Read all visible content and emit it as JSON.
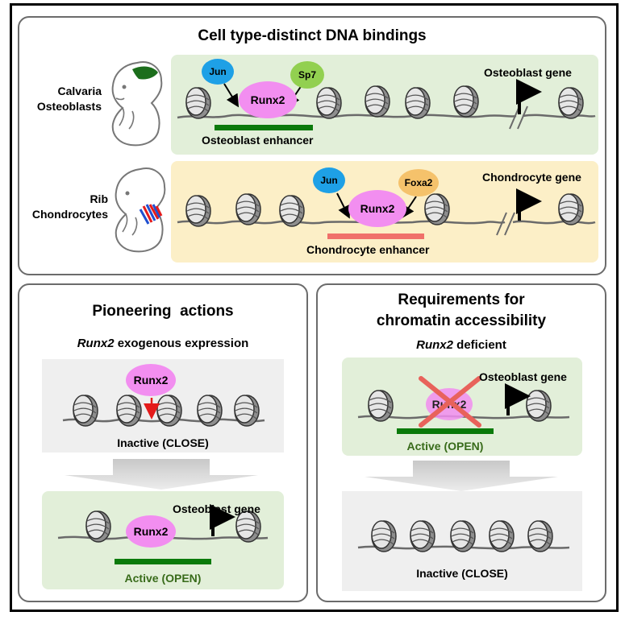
{
  "top_panel": {
    "title": "Cell type-distinct DNA bindings",
    "row1": {
      "cell_label_line1": "Calvaria",
      "cell_label_line2": "Osteoblasts",
      "tf_left": "Jun",
      "tf_center": "Runx2",
      "tf_right": "Sp7",
      "gene_label": "Osteoblast gene",
      "enhancer_label": "Osteoblast enhancer"
    },
    "row2": {
      "cell_label_line1": "Rib",
      "cell_label_line2": "Chondrocytes",
      "tf_left": "Jun",
      "tf_center": "Runx2",
      "tf_right": "Foxa2",
      "gene_label": "Chondrocyte gene",
      "enhancer_label": "Chondrocyte enhancer"
    }
  },
  "left_panel": {
    "title": "Pioneering  actions",
    "subtitle_italic": "Runx2",
    "subtitle_rest": " exogenous expression",
    "before": {
      "tf": "Runx2",
      "state": "Inactive (CLOSE)"
    },
    "after": {
      "tf": "Runx2",
      "gene_label": "Osteoblast gene",
      "state": "Active (OPEN)"
    }
  },
  "right_panel": {
    "title_line1": "Requirements for",
    "title_line2": "chromatin accessibility",
    "subtitle_italic": "Runx2",
    "subtitle_rest": " deficient",
    "before": {
      "tf": "Runx2",
      "gene_label": "Osteoblast gene",
      "state": "Active (OPEN)"
    },
    "after": {
      "state": "Inactive (CLOSE)"
    }
  },
  "colors": {
    "osteoblast_enhancer": "#0b7a0b",
    "chondrocyte_enhancer": "#f0706a",
    "green_band": "#e2efd9",
    "yellow_band": "#fcefc7",
    "grey_band": "#efefef",
    "runx2": "#f28ef0",
    "jun": "#1ea0e6",
    "sp7": "#92d050",
    "foxa2": "#f5c26b",
    "cross": "#e8625b",
    "active_text": "#386b1a"
  },
  "icons": [
    "mouse-embryo-icon",
    "nucleosome-icon",
    "gene-arrow-icon",
    "cross-icon",
    "down-arrow-icon"
  ]
}
